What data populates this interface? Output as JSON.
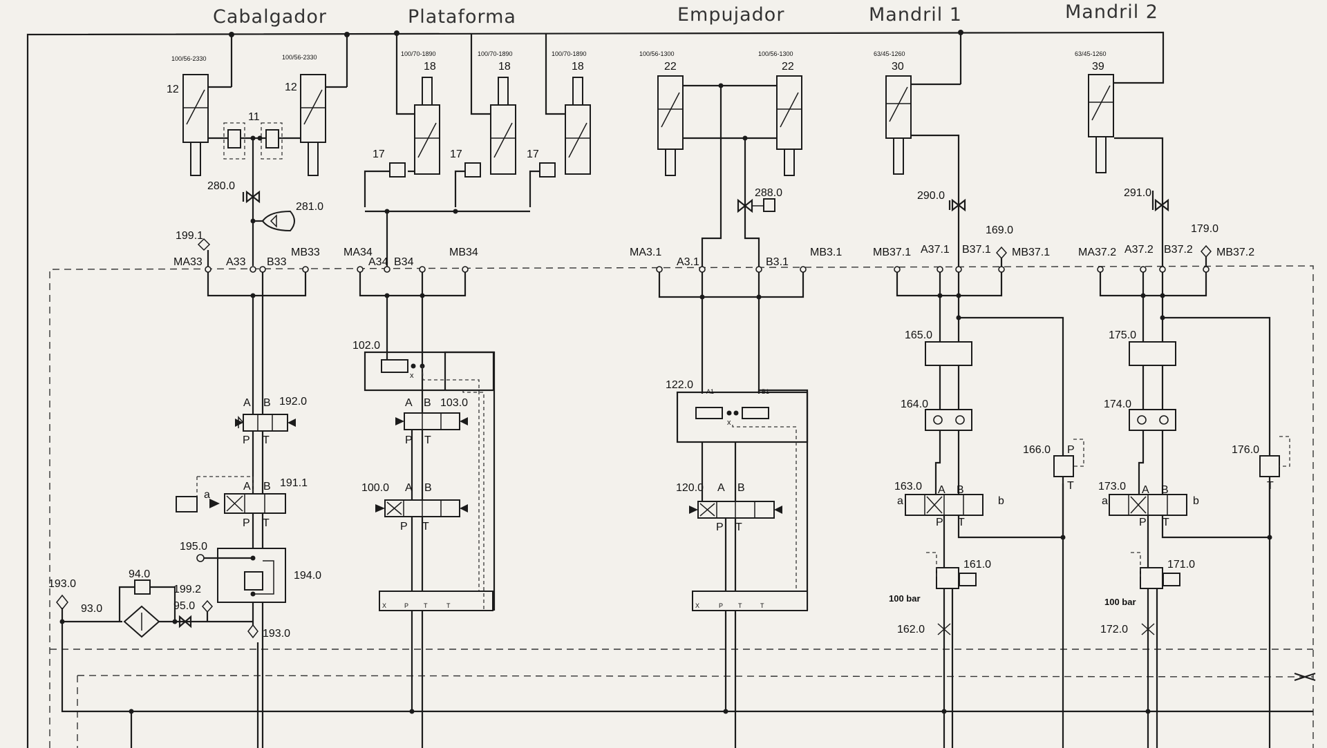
{
  "sections": [
    "Cabalgador",
    "Plataforma",
    "Empujador",
    "Mandril 1",
    "Mandril 2"
  ],
  "cylinders": [
    {
      "id": "12",
      "spec": "100/56-2330"
    },
    {
      "id": "12",
      "spec": "100/56-2330"
    },
    {
      "id": "18",
      "spec": "100/70-1890"
    },
    {
      "id": "18",
      "spec": "100/70-1890"
    },
    {
      "id": "18",
      "spec": "100/70-1890"
    },
    {
      "id": "22",
      "spec": "100/56-1300"
    },
    {
      "id": "22",
      "spec": "100/56-1300"
    },
    {
      "id": "30",
      "spec": "63/45-1260"
    },
    {
      "id": "39",
      "spec": "63/45-1260"
    }
  ],
  "components": {
    "c11": "11",
    "c17": "17",
    "c280": "280.0",
    "c281": "281.0",
    "c288": "288.0",
    "c290": "290.0",
    "c291": "291.0",
    "c1991": "199.1",
    "c169": "169.0",
    "c179": "179.0",
    "c102": "102.0",
    "c122": "122.0",
    "c165": "165.0",
    "c175": "175.0",
    "c1920": "192.0",
    "c1030": "103.0",
    "c164": "164.0",
    "c174": "174.0",
    "c1911": "191.1",
    "c166": "166.0",
    "c176": "176.0",
    "c100": "100.0",
    "c120": "120.0",
    "c163": "163.0",
    "c173": "173.0",
    "c195": "195.0",
    "c194": "194.0",
    "c161": "161.0",
    "c171": "171.0",
    "c193a": "193.0",
    "c94": "94.0",
    "c93": "93.0",
    "c95": "95.0",
    "c1992": "199.2",
    "c193b": "193.0",
    "c162": "162.0",
    "c172": "172.0"
  },
  "ports": {
    "MA33": "MA33",
    "A33": "A33",
    "B33": "B33",
    "MB33": "MB33",
    "MA34": "MA34",
    "A34": "A34",
    "B34": "B34",
    "MB34": "MB34",
    "MA31": "MA3.1",
    "A31": "A3.1",
    "B31": "B3.1",
    "MB31": "MB3.1",
    "MB371a": "MB37.1",
    "A371": "A37.1",
    "B371": "B37.1",
    "MB371b": "MB37.1",
    "MA372": "MA37.2",
    "A372": "A37.2",
    "B372": "B37.2",
    "MB372": "MB37.2"
  },
  "valve_ports": {
    "A": "A",
    "B": "B",
    "P": "P",
    "T": "T",
    "a": "a",
    "b": "b",
    "A1": "A1",
    "B1": "B1",
    "X": "X",
    "x": "x"
  },
  "pressure": [
    "100 bar",
    "100 bar"
  ]
}
